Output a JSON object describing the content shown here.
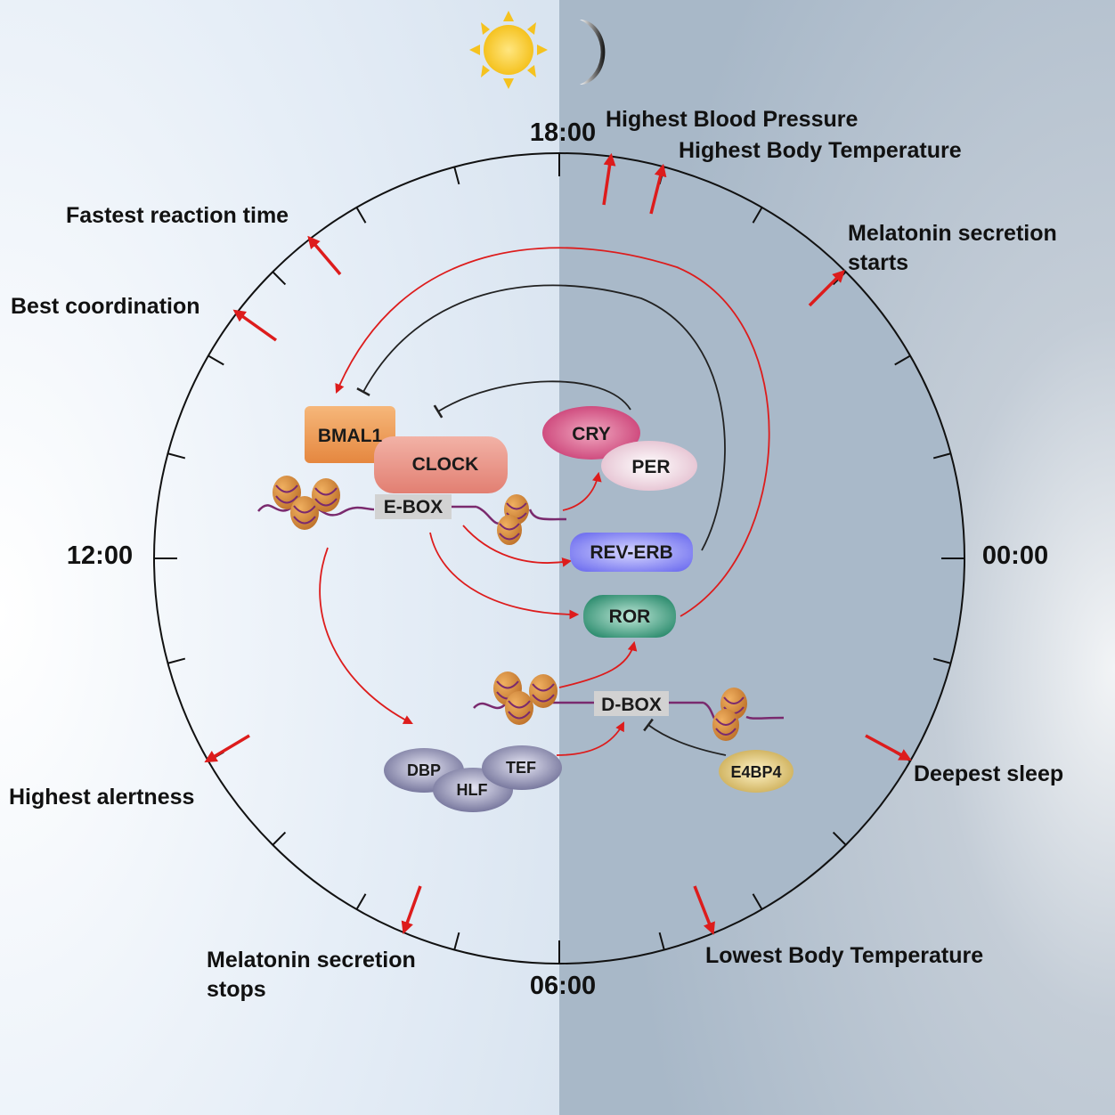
{
  "clock": {
    "top": "18:00",
    "right": "00:00",
    "bottom": "06:00",
    "left": "12:00"
  },
  "events": {
    "highest_blood_pressure": "Highest Blood Pressure",
    "highest_body_temperature": "Highest Body Temperature",
    "melatonin_starts_line1": "Melatonin secretion",
    "melatonin_starts_line2": "starts",
    "fastest_reaction": "Fastest reaction time",
    "best_coordination": "Best coordination",
    "highest_alertness": "Highest alertness",
    "deepest_sleep": "Deepest sleep",
    "melatonin_stops_line1": "Melatonin secretion",
    "melatonin_stops_line2": "stops",
    "lowest_body_temperature": "Lowest Body Temperature"
  },
  "proteins": {
    "bmal1": "BMAL1",
    "clock": "CLOCK",
    "cry": "CRY",
    "per": "PER",
    "rev_erb": "REV-ERB",
    "ror": "ROR",
    "dbp": "DBP",
    "hlf": "HLF",
    "tef": "TEF",
    "e4bp4": "E4BP4"
  },
  "elements": {
    "ebox": "E-BOX",
    "dbox": "D-BOX"
  },
  "icons": {
    "day": "sun-icon",
    "night": "moon-icon"
  },
  "colors": {
    "day_bg": "#e6eef7",
    "night_bg": "#a8b8c8",
    "activation": "#dd1c1c",
    "repression": "#222222"
  }
}
